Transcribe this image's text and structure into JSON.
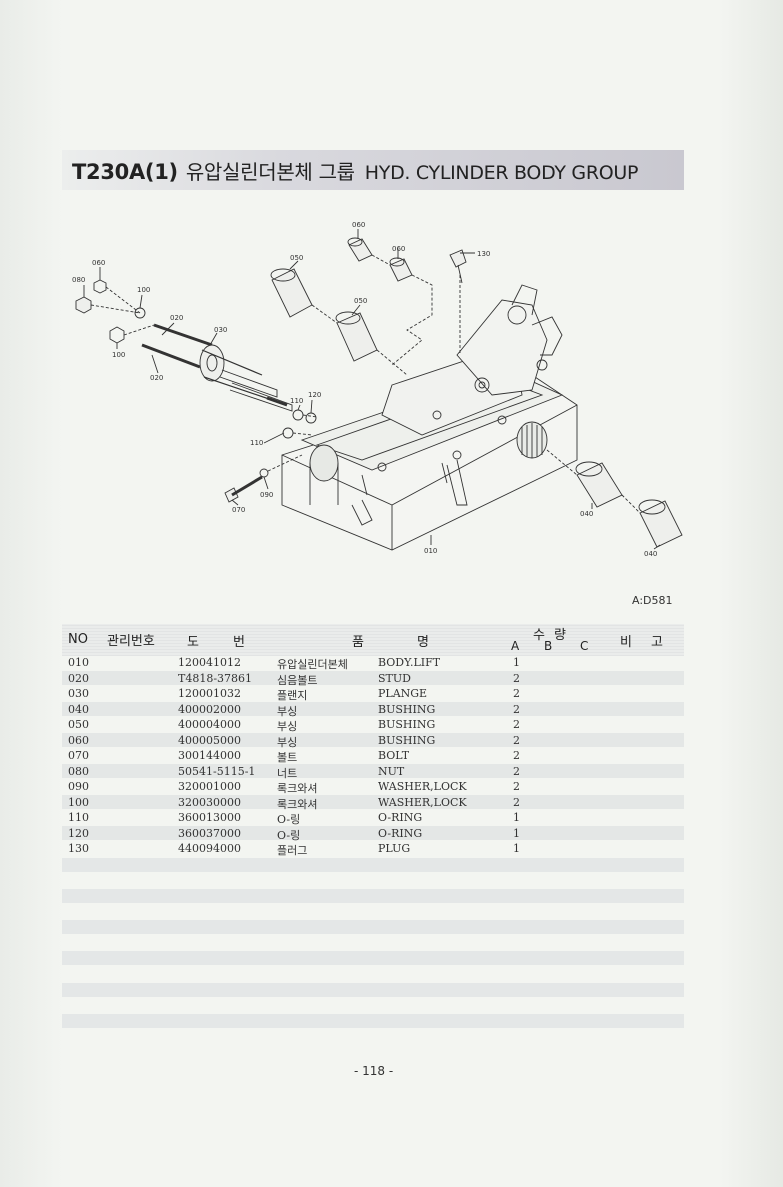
{
  "title": {
    "code": "T230A(1)",
    "korean": "유압실린더본체 그룹",
    "english": "HYD. CYLINDER BODY GROUP"
  },
  "diagram": {
    "figure_ref": "A:D581",
    "labels": {
      "l060a": "060",
      "l060b": "060",
      "l130": "130",
      "l050a": "050",
      "l050b": "050",
      "l060c": "060",
      "l080": "080",
      "l100a": "100",
      "l020a": "020",
      "l030": "030",
      "l100b": "100",
      "l020b": "020",
      "l110a": "110",
      "l120": "120",
      "l110b": "110",
      "l090": "090",
      "l070": "070",
      "l040a": "040",
      "l040b": "040",
      "l010": "010"
    }
  },
  "table": {
    "headers": {
      "no": "NO",
      "mgmt": "관리번호",
      "do": "도",
      "beon": "번",
      "pum": "품",
      "myeong": "명",
      "su": "수",
      "ryang": "량",
      "a": "A",
      "b": "B",
      "c": "C",
      "bi": "비",
      "go": "고"
    },
    "rows": [
      {
        "no": "010",
        "part": "120041012",
        "kor": "유압실린더본체",
        "eng": "BODY.LIFT",
        "qa": "1"
      },
      {
        "no": "020",
        "part": "T4818-37861",
        "kor": "심음볼트",
        "eng": "STUD",
        "qa": "2"
      },
      {
        "no": "030",
        "part": "120001032",
        "kor": "플랜지",
        "eng": "PLANGE",
        "qa": "2"
      },
      {
        "no": "040",
        "part": "400002000",
        "kor": "부싱",
        "eng": "BUSHING",
        "qa": "2"
      },
      {
        "no": "050",
        "part": "400004000",
        "kor": "부싱",
        "eng": "BUSHING",
        "qa": "2"
      },
      {
        "no": "060",
        "part": "400005000",
        "kor": "부싱",
        "eng": "BUSHING",
        "qa": "2"
      },
      {
        "no": "070",
        "part": "300144000",
        "kor": "볼트",
        "eng": "BOLT",
        "qa": "2"
      },
      {
        "no": "080",
        "part": "50541-5115-1",
        "kor": "너트",
        "eng": "NUT",
        "qa": "2"
      },
      {
        "no": "090",
        "part": "320001000",
        "kor": "록크와셔",
        "eng": "WASHER,LOCK",
        "qa": "2"
      },
      {
        "no": "100",
        "part": "320030000",
        "kor": "록크와셔",
        "eng": "WASHER,LOCK",
        "qa": "2"
      },
      {
        "no": "110",
        "part": "360013000",
        "kor": "O-링",
        "eng": "O-RING",
        "qa": "1"
      },
      {
        "no": "120",
        "part": "360037000",
        "kor": "O-링",
        "eng": "O-RING",
        "qa": "1"
      },
      {
        "no": "130",
        "part": "440094000",
        "kor": "플러그",
        "eng": "PLUG",
        "qa": "1"
      }
    ]
  },
  "page_number": "- 118 -"
}
